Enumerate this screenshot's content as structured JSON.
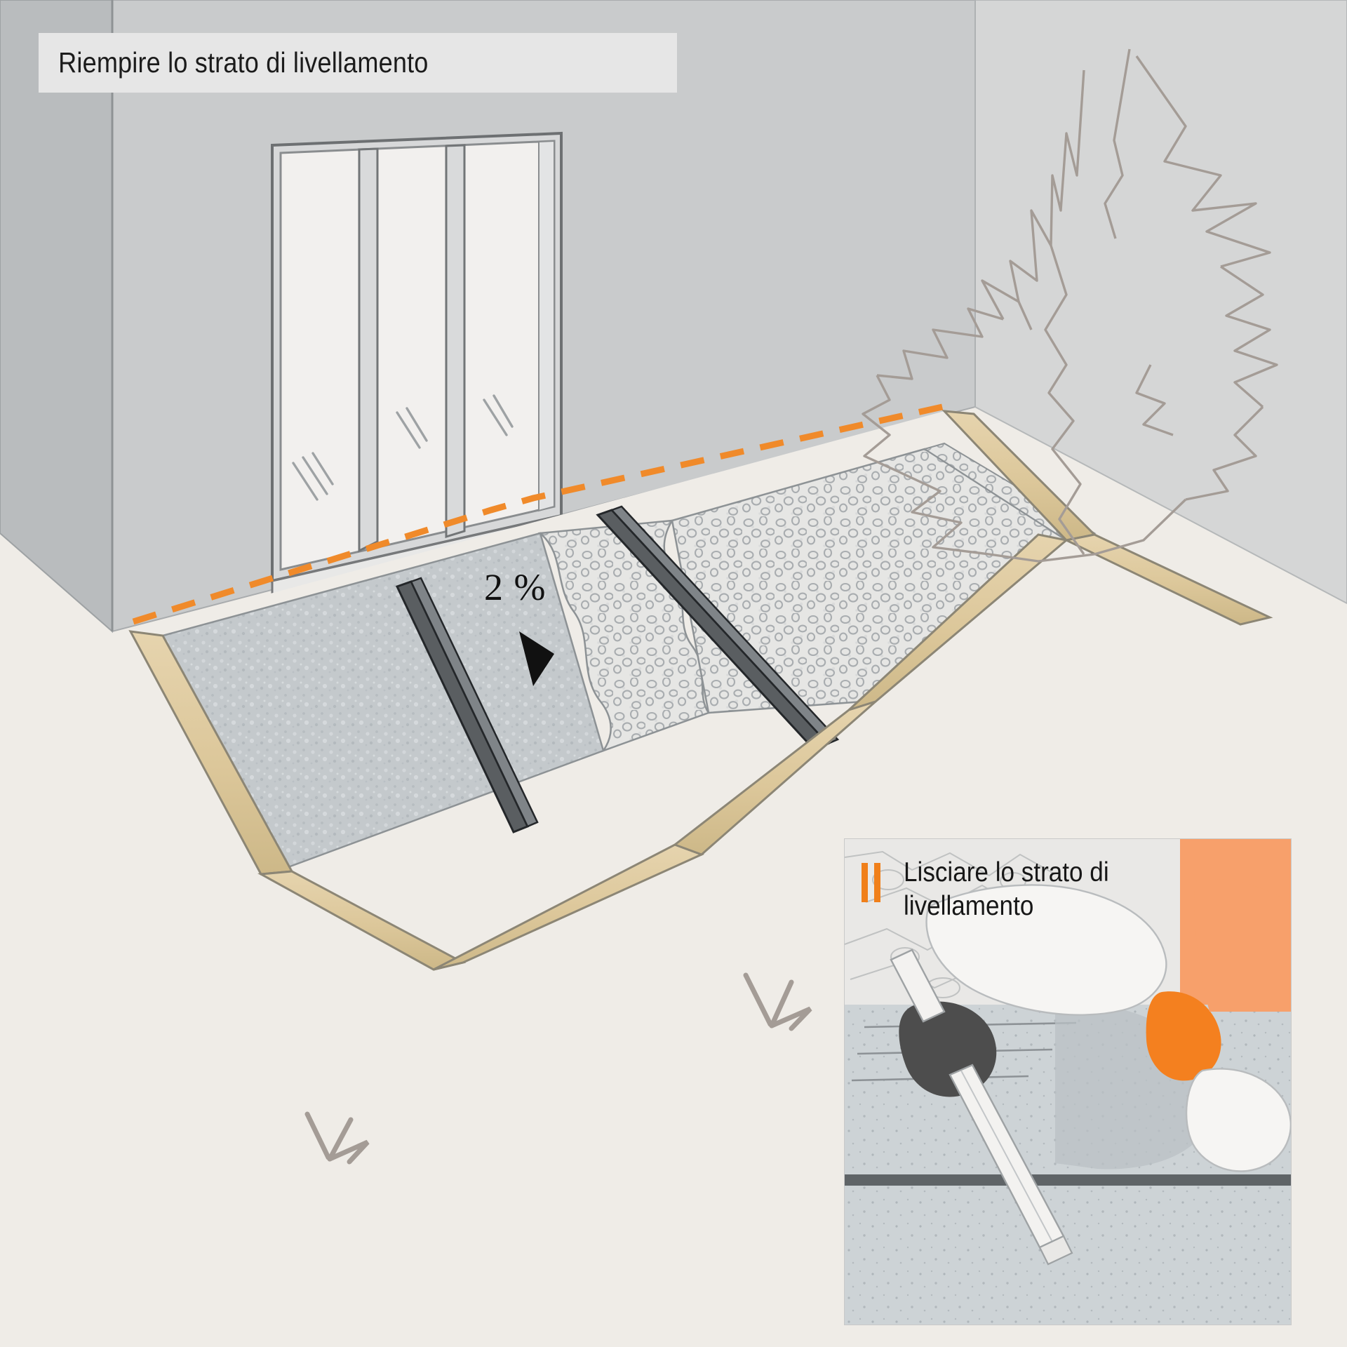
{
  "page": {
    "background_color": "#efece7",
    "language": "it"
  },
  "header": {
    "title": "Riempire lo strato di livellamento",
    "band_color": "#e6e6e6",
    "text_color": "#1b1b1b"
  },
  "annotations": {
    "slope_label": "2 %",
    "slope_arrow": "down-arrow",
    "guideline_color": "#f08a2a",
    "guideline_style": "dashed"
  },
  "inset": {
    "marker": "II",
    "marker_color": "#f07f1a",
    "caption": "Lisciare lo strato di livellamento",
    "panel_color": "#dcdcdc",
    "worker_sleeve_color": "#f5873a",
    "worker_glove_color": "#f2994a",
    "kneepad_color": "#4d4d4d"
  },
  "scene": {
    "wall_color": "#c9cbcc",
    "wall_side_color": "#b9bcbe",
    "ground_color": "#efece7",
    "formwork_color": "#dcc79a",
    "formwork_outline": "#8c8675",
    "screed_rail_color": "#565a5d",
    "levelling_layer_color": "#c2c7ca",
    "gravel_layer_color": "#e3e3e1",
    "window_glass_color": "#f2f0ee",
    "window_frame_color": "#d7d8d9",
    "plant_outline_color": "#a49c96",
    "grass_color": "#a49c96"
  },
  "elements": {
    "window": {
      "panes": 3,
      "name": "sliding-glass-door"
    },
    "plant": {
      "name": "ornamental-shrub"
    },
    "grass_tufts": 2,
    "screed_rails": 2,
    "formwork_battens": 5
  }
}
